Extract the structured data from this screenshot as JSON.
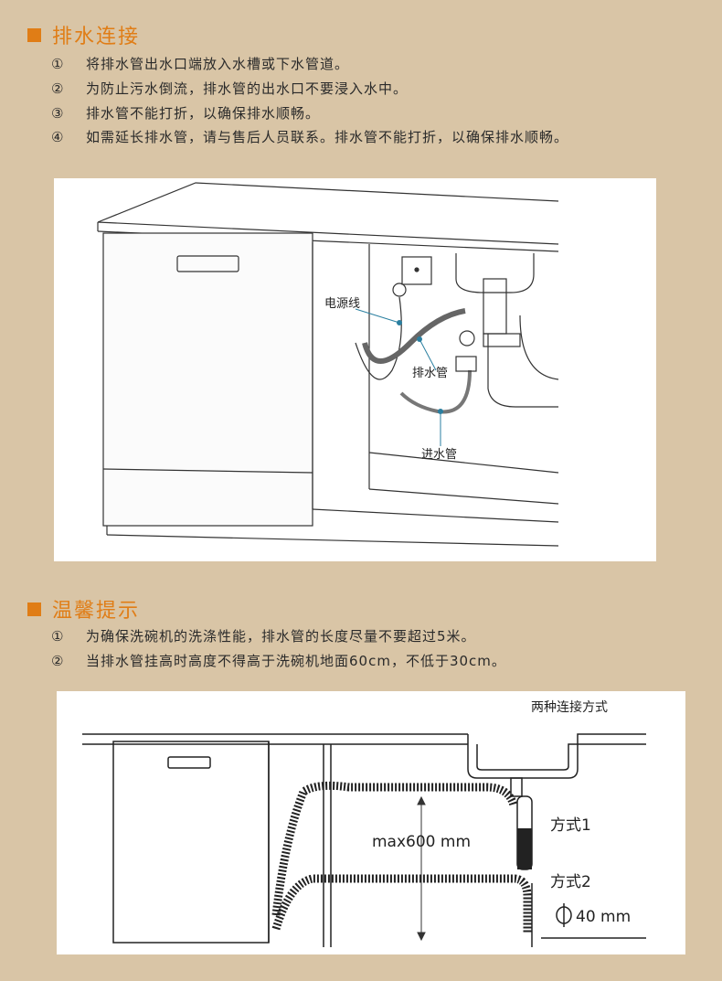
{
  "section1": {
    "title": "排水连接",
    "items": [
      {
        "num": "①",
        "text": "将排水管出水口端放入水槽或下水管道。"
      },
      {
        "num": "②",
        "text": "为防止污水倒流，排水管的出水口不要浸入水中。"
      },
      {
        "num": "③",
        "text": "排水管不能打折，以确保排水顺畅。"
      },
      {
        "num": "④",
        "text": "如需延长排水管，请与售后人员联系。排水管不能打折，以确保排水顺畅。"
      }
    ]
  },
  "figure1": {
    "labels": {
      "power_cord": "电源线",
      "drain_hose": "排水管",
      "inlet_hose": "进水管"
    }
  },
  "section2": {
    "title": "温馨提示",
    "items": [
      {
        "num": "①",
        "text": "为确保洗碗机的洗涤性能，排水管的长度尽量不要超过5米。"
      },
      {
        "num": "②",
        "text": "当排水管挂高时高度不得高于洗碗机地面60cm，不低于30cm。"
      }
    ]
  },
  "figure2": {
    "title": "两种连接方式",
    "max_label": "max600 mm",
    "method1": "方式1",
    "method2": "方式2",
    "diameter": "40 mm"
  }
}
